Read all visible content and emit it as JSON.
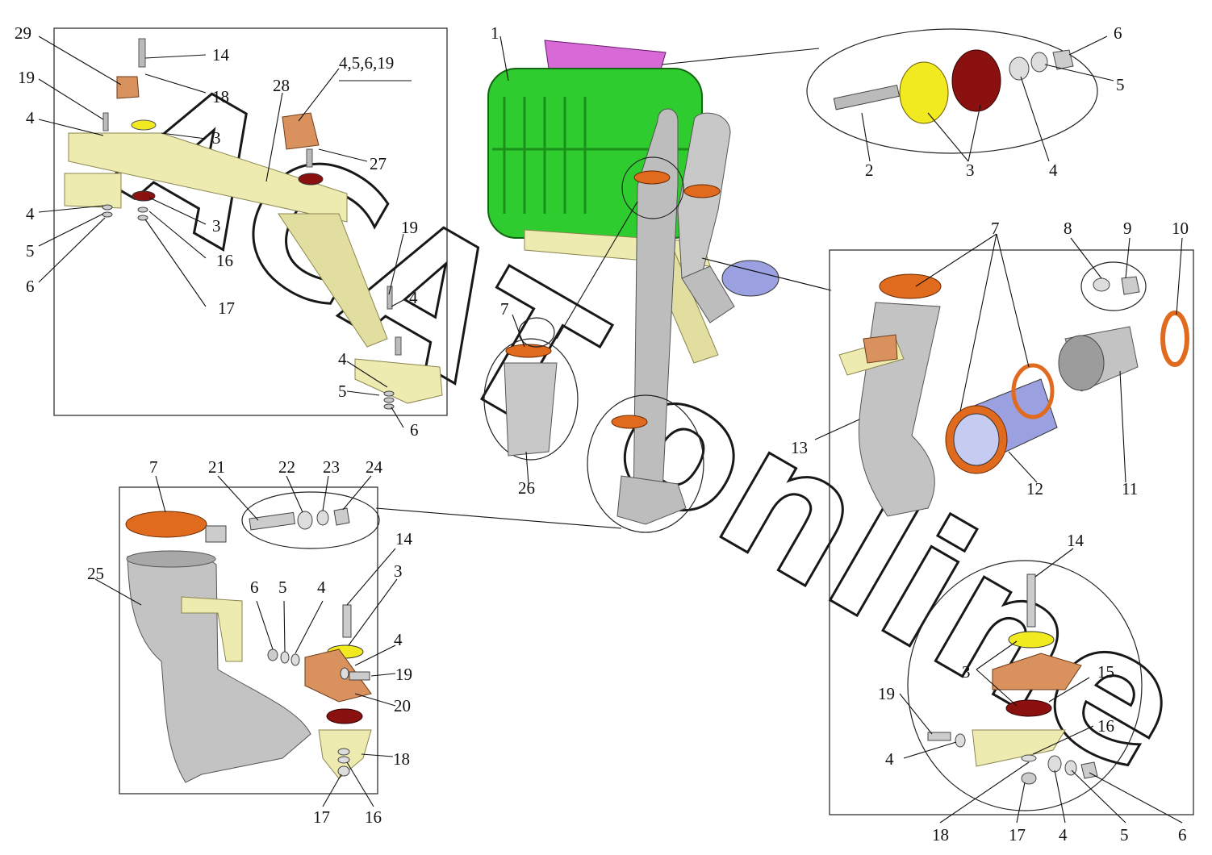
{
  "diagram": {
    "watermark": "ACAT online",
    "colors": {
      "tank": "#2ecc2e",
      "tank_dark": "#1a8f1a",
      "pipe": "#b9b9b9",
      "pipe_dark": "#7a7a7a",
      "bracket": "#eeebb0",
      "bracket_dark": "#b9b478",
      "clamp": "#e06a1e",
      "cushion": "#8b1010",
      "washer_yellow": "#f2ea20",
      "copper": "#d9925e",
      "hose": "#9aa0e0",
      "strap": "#d86ad8"
    },
    "callouts": {
      "top_left": [
        "29",
        "14",
        "19",
        "18",
        "28",
        "4,5,6,19",
        "4",
        "3",
        "27",
        "4",
        "3",
        "5",
        "16",
        "6",
        "17",
        "19",
        "4",
        "4",
        "5",
        "6"
      ],
      "top_center": [
        "1",
        "7",
        "26"
      ],
      "top_right_inset": [
        "6",
        "5",
        "2",
        "3",
        "4"
      ],
      "right": [
        "7",
        "8",
        "9",
        "10",
        "13",
        "12",
        "11"
      ],
      "right_bottom": [
        "14",
        "15",
        "3",
        "16",
        "19",
        "4",
        "18",
        "17",
        "4",
        "5",
        "6"
      ],
      "bottom_left": [
        "7",
        "21",
        "22",
        "23",
        "24",
        "25",
        "14",
        "6",
        "5",
        "4",
        "3",
        "4",
        "19",
        "20",
        "18",
        "17",
        "16"
      ]
    }
  }
}
